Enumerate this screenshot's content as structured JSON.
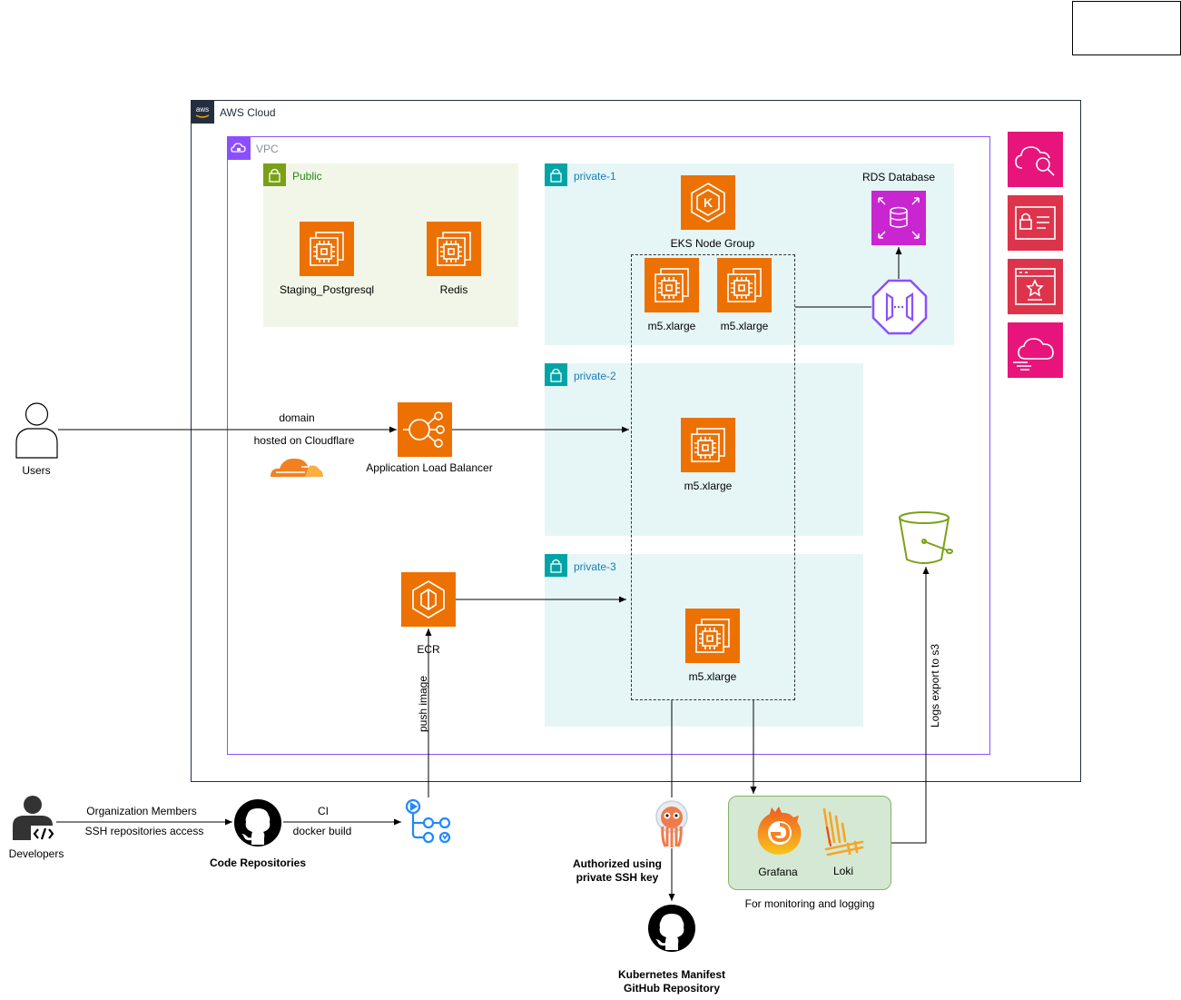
{
  "aws": {
    "cloud_label": "AWS Cloud",
    "vpc_label": "VPC",
    "public_label": "Public",
    "private1_label": "private-1",
    "private2_label": "private-2",
    "private3_label": "private-3"
  },
  "public_services": {
    "staging_postgresql": "Staging_Postgresql",
    "redis": "Redis"
  },
  "eks": {
    "group_label": "EKS Node Group",
    "node1": "m5.xlarge",
    "node2": "m5.xlarge",
    "node3": "m5.xlarge",
    "node4": "m5.xlarge"
  },
  "rds": {
    "label": "RDS Database"
  },
  "ingress": {
    "users_label": "Users",
    "domain_label": "domain",
    "cloudflare_label": "hosted on Cloudflare",
    "alb_label": "Application Load Balancer"
  },
  "ecr": {
    "label": "ECR",
    "push_label": "push image"
  },
  "developers": {
    "label": "Developers",
    "members_label": "Organization Members",
    "ssh_label": "SSH repositories access"
  },
  "repos": {
    "code_label": "Code Repositories",
    "ci_label": "CI",
    "build_label": "docker build"
  },
  "argocd": {
    "auth_line1": "Authorized using",
    "auth_line2": "private SSH key",
    "manifest_line1": "Kubernetes Manifest",
    "manifest_line2": "GitHub Repository"
  },
  "monitoring": {
    "grafana_label": "Grafana",
    "loki_label": "Loki",
    "caption": "For monitoring and logging",
    "logs_label": "Logs export to s3"
  },
  "colors": {
    "compute": "#ED7100",
    "security": "#DD344C",
    "management": "#E7157B",
    "database": "#C925D1",
    "vpc": "#8C4FFF",
    "public_subnet": "#7AA116",
    "private_subnet": "#00A4A6",
    "storage": "#7AA116"
  }
}
